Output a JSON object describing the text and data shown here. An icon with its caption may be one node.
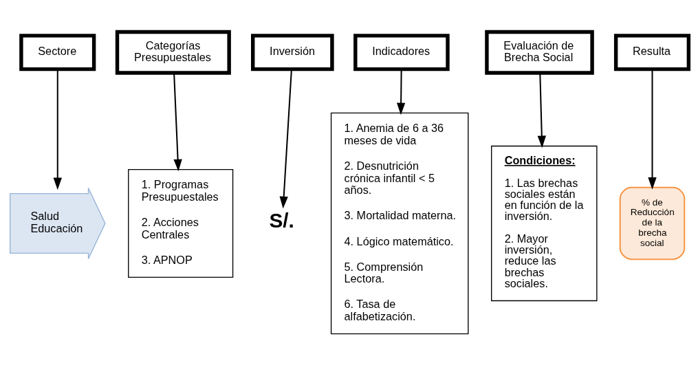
{
  "diagram": {
    "nodes": [
      {
        "text": [
          "Sectore"
        ]
      },
      {
        "text": [
          "Categorías Presupuestales"
        ]
      },
      {
        "text": [
          "Inversión"
        ]
      },
      {
        "text": [
          "Indicadores"
        ]
      },
      {
        "text": [
          "Evaluación de Brecha Social"
        ]
      },
      {
        "text": [
          "Resulta"
        ]
      },
      {
        "text": [
          "Salud Educación"
        ]
      },
      {
        "text": [
          "1. Programas Presupuestales",
          "2. Acciones Centrales",
          "3. APNOP"
        ]
      },
      {
        "text": [
          "S/."
        ]
      },
      {
        "text": [
          "1. Anemia de 6 a 36 meses de vida",
          "2. Desnutrición crónica infantil < 5 años.",
          "3. Mortalidad materna.",
          "4. Lógico matemático.",
          "5. Comprensión Lectora.",
          "6. Tasa de alfabetización."
        ]
      },
      {
        "text": [
          "Condiciones:",
          "1. Las brechas sociales están en función de la inversión.",
          "2. Mayor inversión, reduce las brechas sociales."
        ]
      },
      {
        "text": [
          "% de Reducción de la brecha social"
        ]
      }
    ],
    "edges": [
      {
        "from": 0,
        "to": 6,
        "arrow": "to"
      },
      {
        "from": 1,
        "to": 7,
        "arrow": "to"
      },
      {
        "from": 2,
        "to": 8,
        "arrow": "to"
      },
      {
        "from": 3,
        "to": 9,
        "arrow": "to"
      },
      {
        "from": 4,
        "to": 10,
        "arrow": "to"
      },
      {
        "from": 5,
        "to": 11,
        "arrow": "to"
      }
    ]
  }
}
